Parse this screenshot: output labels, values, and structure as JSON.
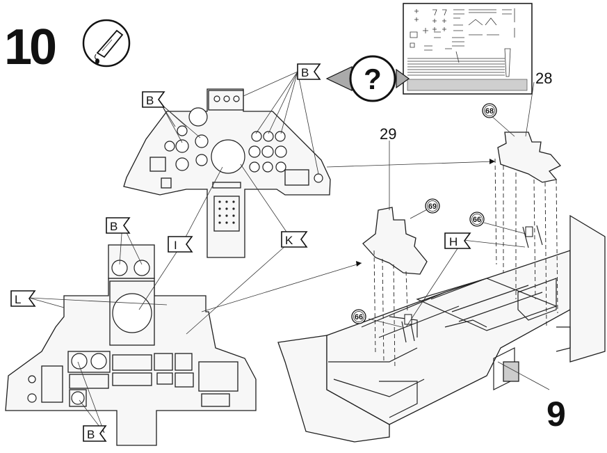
{
  "step": {
    "number": "10",
    "icon": "glue-tube-icon"
  },
  "help_icon": {
    "glyph": "?"
  },
  "decal_flags": {
    "b": "B",
    "i": "I",
    "k": "K",
    "l": "L",
    "h": "H"
  },
  "part_numbers": {
    "p28": "28",
    "p29": "29",
    "p9": "9"
  },
  "decal_numbers": {
    "d68": "68",
    "d69": "69",
    "d66a": "66",
    "d66b": "66"
  }
}
